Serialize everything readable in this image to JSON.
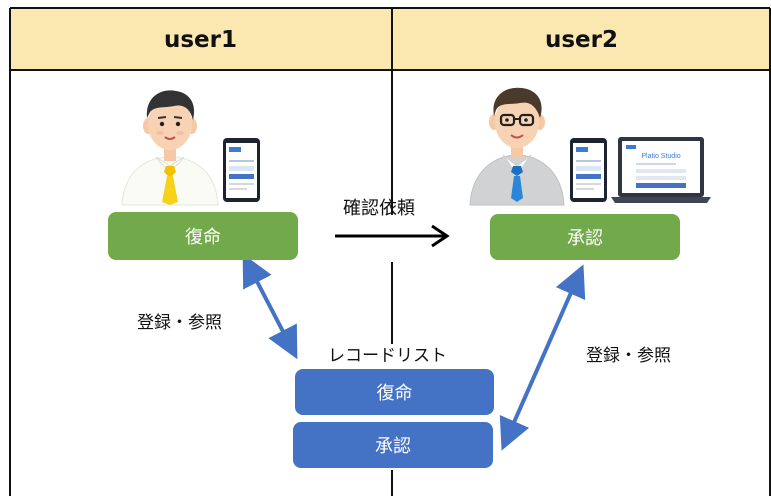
{
  "columns": {
    "left_title": "user1",
    "right_title": "user2"
  },
  "left": {
    "role_label": "復命"
  },
  "right": {
    "role_label": "承認",
    "laptop_title": "Platio Studio"
  },
  "flow": {
    "request_label": "確認依頼"
  },
  "relations": {
    "left_label": "登録・参照",
    "right_label": "登録・参照"
  },
  "record_list": {
    "title": "レコードリスト",
    "items": [
      "復命",
      "承認"
    ]
  },
  "colors": {
    "header": "#fbe7b0",
    "green": "#72a94a",
    "blue": "#4472c4"
  }
}
